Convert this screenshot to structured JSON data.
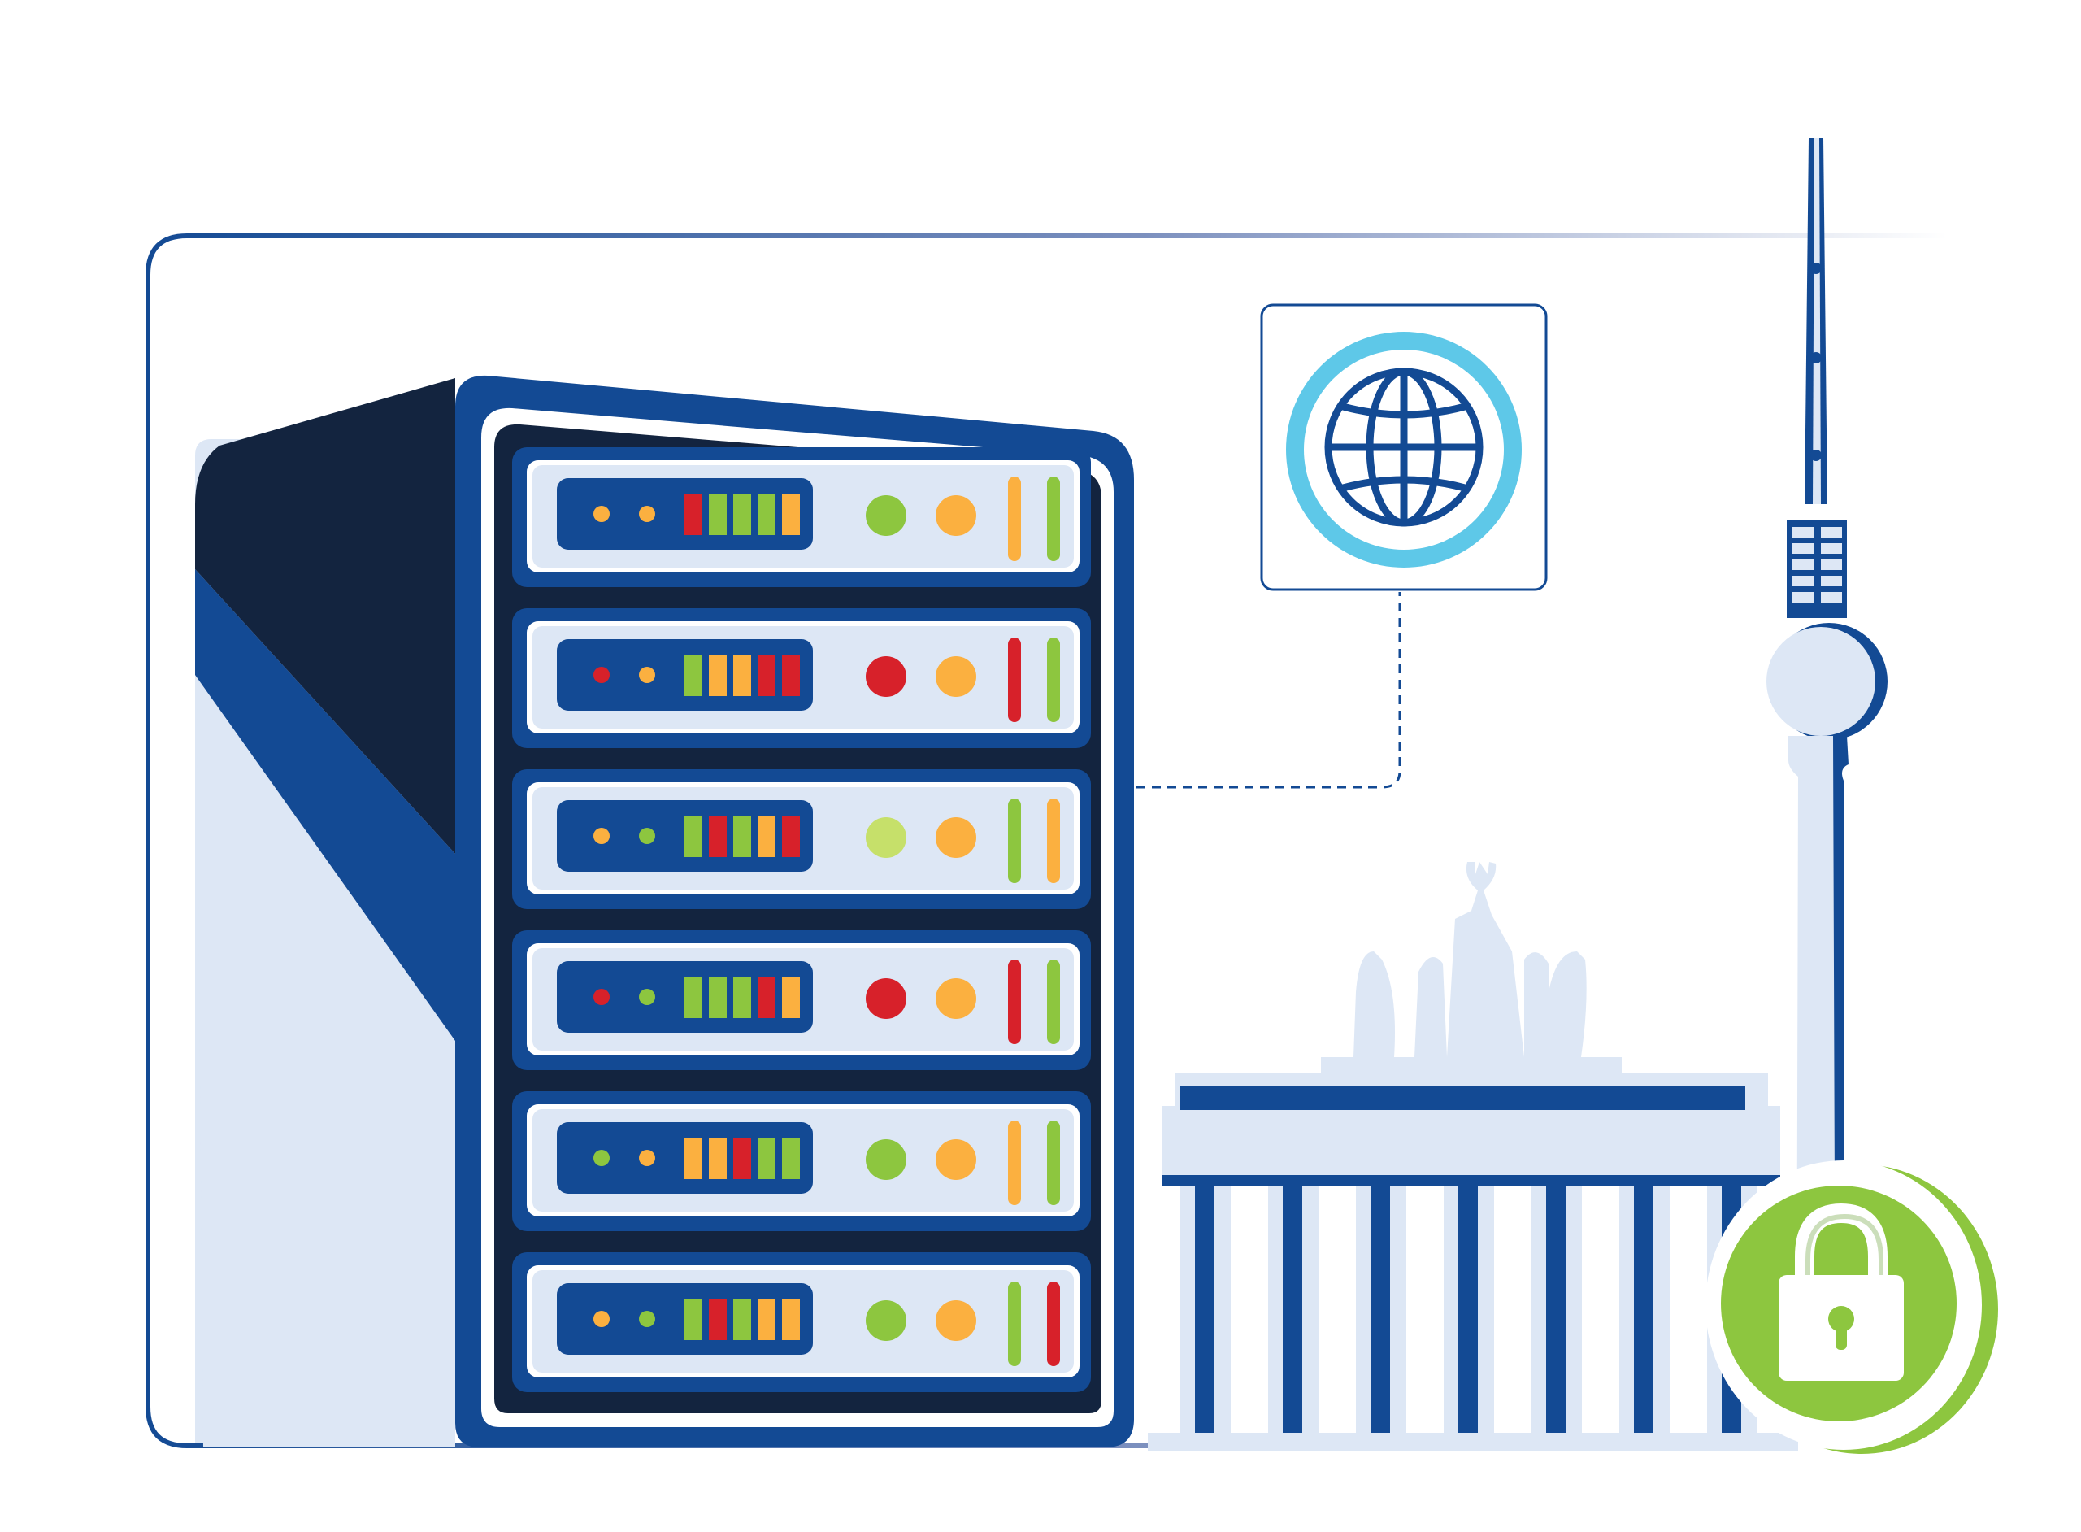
{
  "illustration": {
    "subject": "server-rack-berlin-secure-hosting",
    "icons": [
      "globe-icon",
      "padlock-icon",
      "tv-tower-icon",
      "brandenburg-gate-icon"
    ],
    "rack": {
      "units": [
        {
          "leds": [
            "orange",
            "orange"
          ],
          "meter": [
            "red",
            "green",
            "green",
            "green",
            "orange"
          ],
          "status": [
            "green",
            "orange"
          ],
          "bars": [
            "orange",
            "green"
          ]
        },
        {
          "leds": [
            "red",
            "orange"
          ],
          "meter": [
            "green",
            "orange",
            "orange",
            "red",
            "red"
          ],
          "status": [
            "red",
            "orange"
          ],
          "bars": [
            "red",
            "green"
          ]
        },
        {
          "leds": [
            "orange",
            "green"
          ],
          "meter": [
            "green",
            "red",
            "green",
            "orange",
            "red"
          ],
          "status": [
            "lime",
            "orange"
          ],
          "bars": [
            "green",
            "orange"
          ]
        },
        {
          "leds": [
            "red",
            "green"
          ],
          "meter": [
            "green",
            "green",
            "green",
            "red",
            "orange"
          ],
          "status": [
            "red",
            "orange"
          ],
          "bars": [
            "red",
            "green"
          ]
        },
        {
          "leds": [
            "green",
            "orange"
          ],
          "meter": [
            "orange",
            "orange",
            "red",
            "green",
            "green"
          ],
          "status": [
            "green",
            "orange"
          ],
          "bars": [
            "orange",
            "green"
          ]
        },
        {
          "leds": [
            "orange",
            "green"
          ],
          "meter": [
            "green",
            "red",
            "green",
            "orange",
            "orange"
          ],
          "status": [
            "green",
            "orange"
          ],
          "bars": [
            "green",
            "red"
          ]
        }
      ]
    },
    "colors": {
      "navy": "#13243f",
      "blue": "#134a94",
      "pale": "#dde7f5",
      "frame": "#eef3fb",
      "cyan": "#5ec8e8",
      "lime_green": "#8dc63f",
      "light_green": "#c6e06a",
      "orange": "#fbb040",
      "red": "#d7212a",
      "bg": "#ffffff"
    }
  }
}
